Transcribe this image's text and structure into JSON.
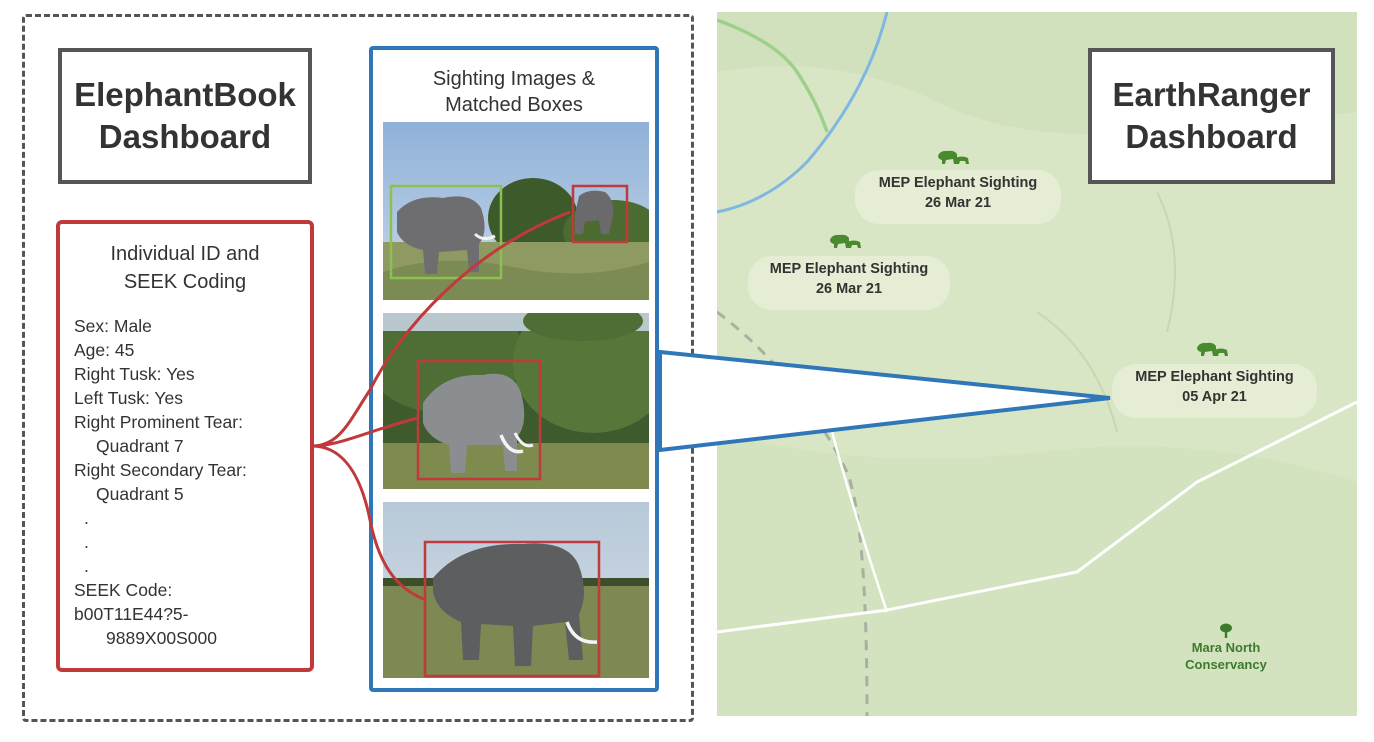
{
  "elephantbook": {
    "title": "ElephantBook\nDashboard",
    "id_panel": {
      "heading_line1": "Individual ID and",
      "heading_line2": "SEEK Coding",
      "sex": "Sex: Male",
      "age": "Age: 45",
      "right_tusk": "Right Tusk: Yes",
      "left_tusk": "Left Tusk: Yes",
      "right_prominent_tear_label": "Right Prominent Tear:",
      "right_prominent_tear_value": "Quadrant 7",
      "right_secondary_tear_label": "Right Secondary Tear:",
      "right_secondary_tear_value": "Quadrant 5",
      "ellipsis": ".",
      "seek_code_label": "SEEK Code:",
      "seek_code_line1": "b00T11E44?5-",
      "seek_code_line2": "9889X00S000"
    },
    "images_panel": {
      "heading_line1": "Sighting Images &",
      "heading_line2": "Matched Boxes"
    }
  },
  "earthranger": {
    "title": "EarthRanger\nDashboard",
    "sightings": [
      {
        "name": "MEP Elephant Sighting",
        "date": "26 Mar 21"
      },
      {
        "name": "MEP Elephant Sighting",
        "date": "26 Mar 21"
      },
      {
        "name": "MEP Elephant Sighting",
        "date": "05 Apr 21"
      }
    ],
    "place_label": "Mara North\nConservancy"
  },
  "colors": {
    "id_panel": "#c0393b",
    "images_panel": "#2f77b8",
    "match_box_green": "#8cc152",
    "marker_green": "#4a8a2e"
  },
  "icons": [
    "elephant-marker-icon",
    "tree-marker-icon"
  ]
}
